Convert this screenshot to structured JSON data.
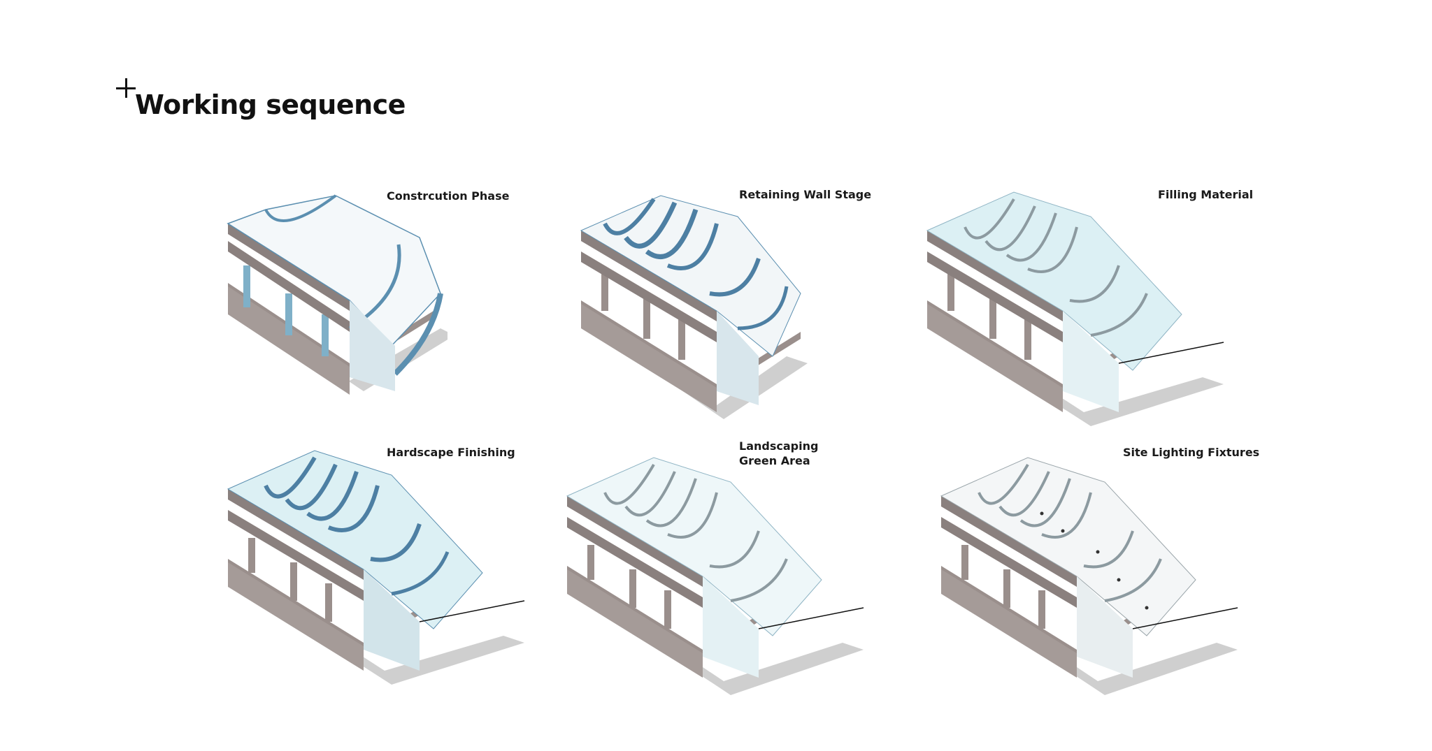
{
  "title": "Working sequence",
  "stages": [
    {
      "label": "Constrcution Phase"
    },
    {
      "label": "Retaining Wall Stage"
    },
    {
      "label": "Filling Material"
    },
    {
      "label": "Hardscape Finishing"
    },
    {
      "label": "Landscaping",
      "label2": "Green Area"
    },
    {
      "label": "Site Lighting Fixtures"
    }
  ],
  "colors": {
    "wall_blue": "#5b8fb0",
    "fill_blue": "#dcf0f4",
    "shadow": "#cfcfcf",
    "structure": "#9a8f8c"
  }
}
